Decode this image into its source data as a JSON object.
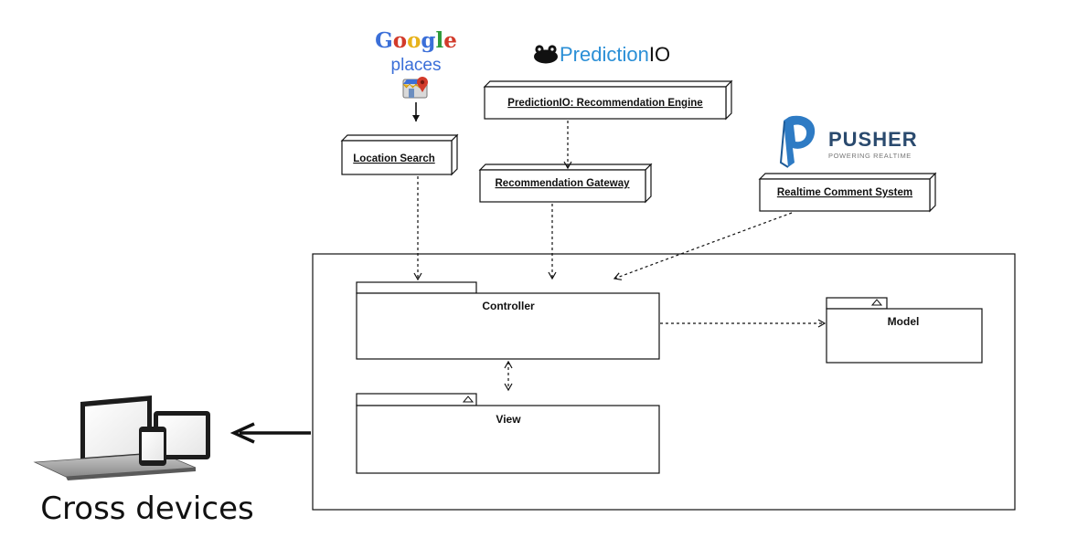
{
  "logos": {
    "google_line1": "Google",
    "google_line2": "places",
    "prediction_prefix": "Prediction",
    "prediction_suffix": "IO",
    "pusher_title": "PUSHER",
    "pusher_tagline": "POWERING REALTIME"
  },
  "nodes": {
    "location_search": "Location Search",
    "prediction_engine": "PredictionIO: Recommendation Engine",
    "recommendation_gateway": "Recommendation Gateway",
    "realtime_comment": "Realtime Comment System"
  },
  "packages": {
    "controller": "Controller",
    "model": "Model",
    "view": "View"
  },
  "devices_label": "Cross devices",
  "colors": {
    "google_blue": "#3b6fd8",
    "google_red": "#d23a2a",
    "google_yellow": "#e7b21b",
    "google_green": "#2f9a3b",
    "prediction_blue": "#2b8fd6",
    "pusher_blue": "#2e7bc4",
    "pusher_text": "#2a4a6e"
  }
}
